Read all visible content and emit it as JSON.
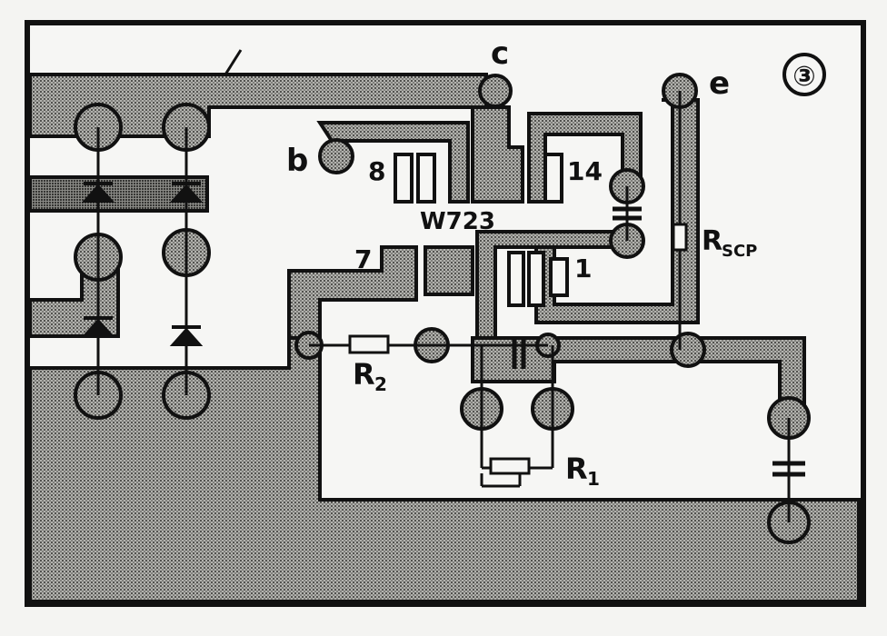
{
  "figure_number": "③",
  "labels": {
    "c": "c",
    "b": "b",
    "e": "e",
    "pin8": "8",
    "pin14": "14",
    "pin7": "7",
    "pin1": "1",
    "ic": "W723",
    "r_scp": "RSCP",
    "r_scp_main": "R",
    "r_scp_sub": "SCP",
    "r2_main": "R",
    "r2_sub": "2",
    "r1_main": "R",
    "r1_sub": "1"
  },
  "colors": {
    "copper_fill": "#9a9a96",
    "copper_dark": "#6f6f6b",
    "outline": "#111111",
    "background": "#f4f4f2"
  }
}
